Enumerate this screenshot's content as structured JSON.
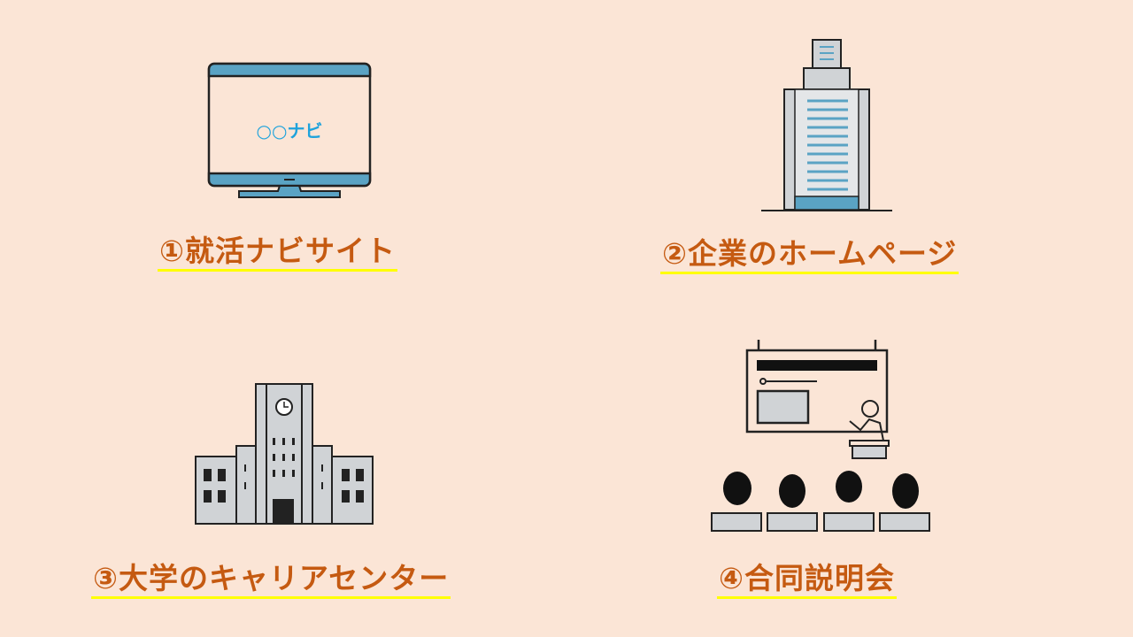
{
  "items": [
    {
      "label": "①就活ナビサイト",
      "icon": "monitor-icon",
      "screen_text": "○○ナビ"
    },
    {
      "label": "②企業のホームページ",
      "icon": "office-building-icon"
    },
    {
      "label": "③大学のキャリアセンター",
      "icon": "university-building-icon"
    },
    {
      "label": "④合同説明会",
      "icon": "seminar-icon"
    }
  ],
  "colors": {
    "background": "#fbe5d6",
    "label": "#c55a11",
    "underline": "#ffff00",
    "accent": "#5aa3c4"
  }
}
